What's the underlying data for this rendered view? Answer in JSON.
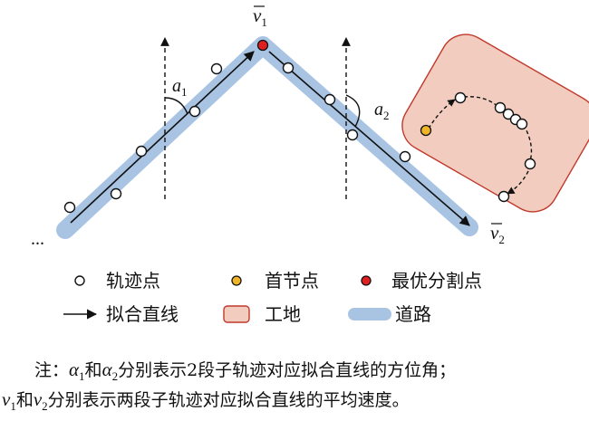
{
  "diagram": {
    "labels": {
      "v1": "v",
      "v1_sub": "1",
      "v2": "v",
      "v2_sub": "2",
      "a1": "a",
      "a1_sub": "1",
      "a2": "a",
      "a2_sub": "2",
      "ellipsis": "..."
    },
    "colors": {
      "road": "#a9c4e3",
      "worksite_fill": "#f2cdbf",
      "worksite_stroke": "#c0392b",
      "first_node": "#f0b429",
      "optimal_split": "#e02020",
      "trajectory_point": "#ffffff"
    }
  },
  "legend": {
    "trajectory_point": "轨迹点",
    "first_node": "首节点",
    "optimal_split": "最优分割点",
    "fitted_line": "拟合直线",
    "worksite": "工地",
    "road": "道路"
  },
  "note": {
    "line1_prefix": "注：",
    "alpha": "α",
    "sub1": "1",
    "and": "和",
    "sub2": "2",
    "line1_rest": "分别表示2段子轨迹对应拟合直线的方位角；",
    "v": "v",
    "line2_rest": "分别表示两段子轨迹对应拟合直线的平均速度。"
  }
}
